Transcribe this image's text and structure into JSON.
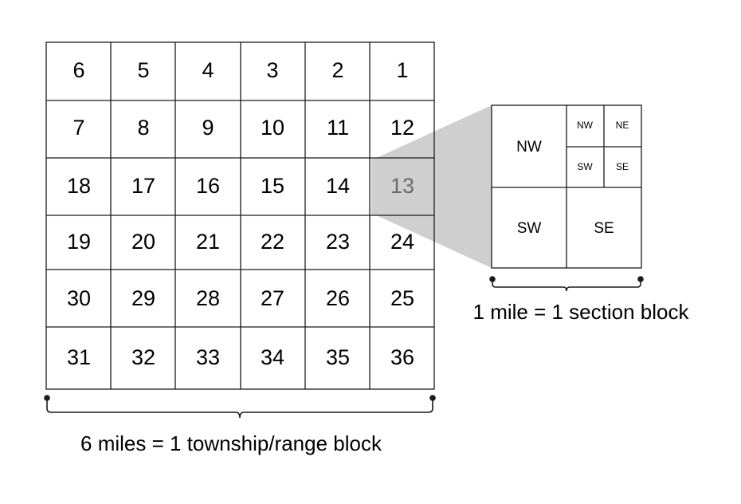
{
  "township": {
    "rows": [
      [
        "6",
        "5",
        "4",
        "3",
        "2",
        "1"
      ],
      [
        "7",
        "8",
        "9",
        "10",
        "11",
        "12"
      ],
      [
        "18",
        "17",
        "16",
        "15",
        "14",
        "13"
      ],
      [
        "19",
        "20",
        "21",
        "22",
        "23",
        "24"
      ],
      [
        "30",
        "29",
        "28",
        "27",
        "26",
        "25"
      ],
      [
        "31",
        "32",
        "33",
        "34",
        "35",
        "36"
      ]
    ],
    "highlighted": "13",
    "caption": "6 miles = 1 township/range block"
  },
  "section": {
    "nw": "NW",
    "sw": "SW",
    "se": "SE",
    "ne_sub": {
      "nw": "NW",
      "ne": "NE",
      "sw": "SW",
      "se": "SE"
    },
    "caption": "1 mile = 1 section block"
  },
  "colors": {
    "line": "#1a1a1a",
    "zoom": "#cfcfcf",
    "highlight_text": "#6b6b6b"
  }
}
